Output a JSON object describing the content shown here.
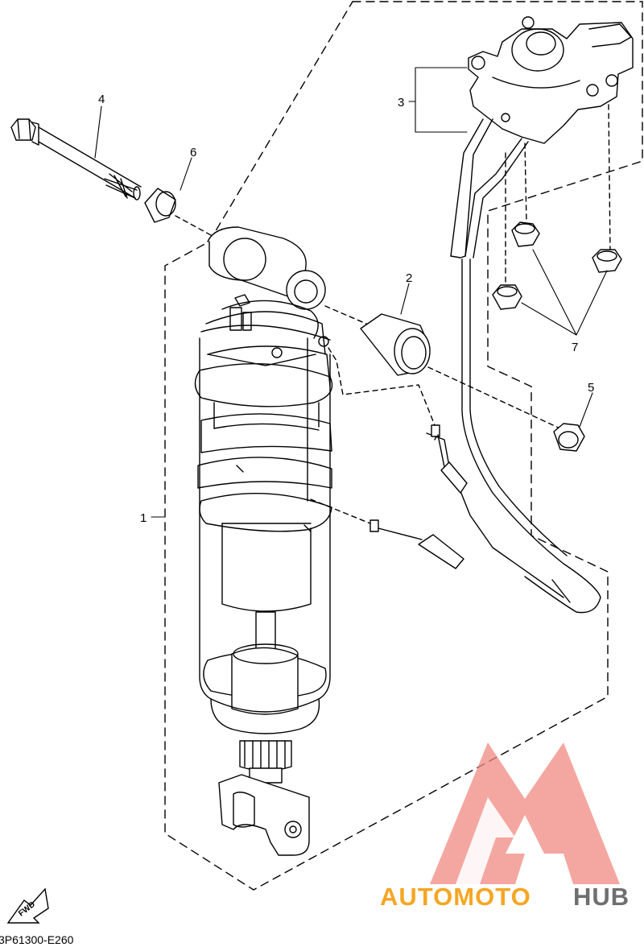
{
  "callouts": [
    {
      "id": "1",
      "text": "1"
    },
    {
      "id": "2",
      "text": "2"
    },
    {
      "id": "3",
      "text": "3"
    },
    {
      "id": "4",
      "text": "4"
    },
    {
      "id": "5",
      "text": "5"
    },
    {
      "id": "6",
      "text": "6"
    },
    {
      "id": "7",
      "text": "7"
    }
  ],
  "diagram_code": "3P61300-E260",
  "fwd_label": "FWD",
  "watermark": {
    "part1": "AUTOMOTO",
    "part2": "HUB",
    "color_orange": "#f5a623",
    "color_gray": "#6f6f6f",
    "color_logo": "#f08a80"
  }
}
